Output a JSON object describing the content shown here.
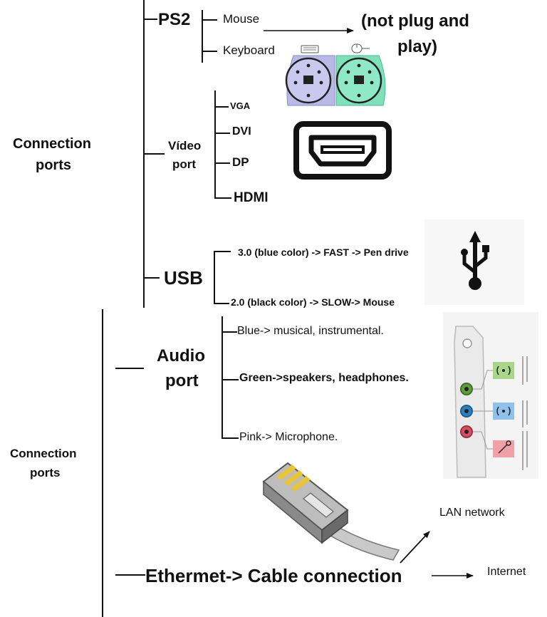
{
  "top_section": {
    "heading_line1": "Connection",
    "heading_line2": "ports",
    "ps2": {
      "label": "PS2",
      "mouse": "Mouse",
      "keyboard": "Keyboard",
      "note_line1": "(not plug and",
      "note_line2": "play)",
      "keyboard_port_color": "#b9b9e8",
      "mouse_port_color": "#7fe0b9"
    },
    "video": {
      "label_line1": "Vídeo",
      "label_line2": "port",
      "items": [
        "VGA",
        "DVI",
        "DP",
        "HDMI"
      ]
    },
    "usb": {
      "label": "USB",
      "usb3": "3.0 (blue color) -> FAST -> Pen drive",
      "usb2": "2.0 (black color) -> SLOW-> Mouse"
    }
  },
  "bottom_section": {
    "heading_line1": "Connection",
    "heading_line2": "ports",
    "audio": {
      "label_line1": "Audio",
      "label_line2": "port",
      "blue": "Blue-> musical, instrumental.",
      "green": "Green->speakers, headphones.",
      "pink": "Pink-> Microphone.",
      "jack_colors": [
        "#5f9e3f",
        "#2f7fc0",
        "#d94f5f"
      ],
      "label_colors": [
        "#a9d68a",
        "#8fc1ea",
        "#f2a0a8"
      ]
    },
    "ethernet": {
      "label": "Ethermet-> Cable connection",
      "lan": "LAN network",
      "internet": "Internet",
      "plug_color": "#e8c43a"
    }
  }
}
